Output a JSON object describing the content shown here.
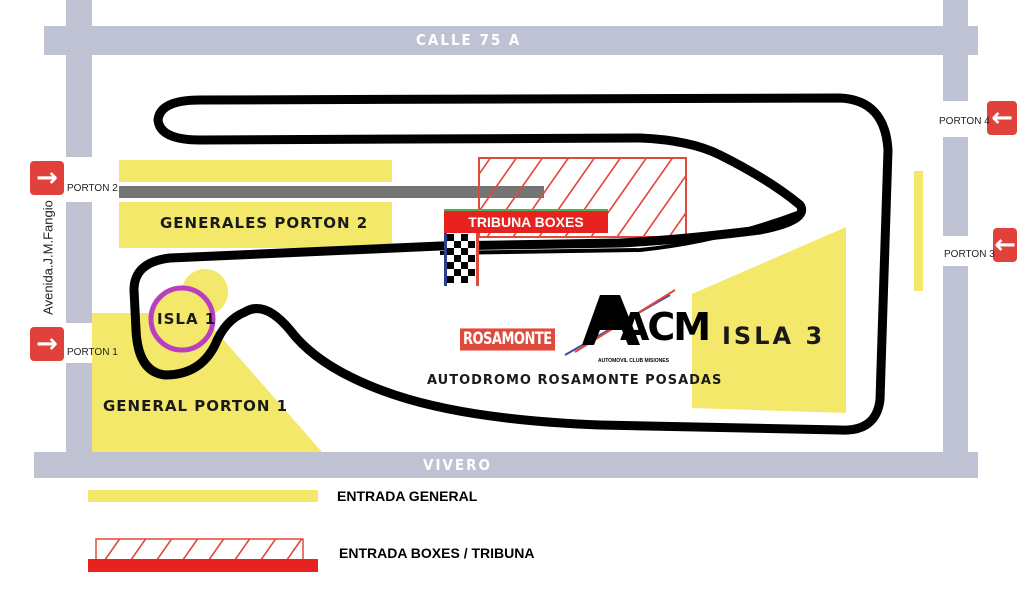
{
  "streets": {
    "top": "CALLE 75 A",
    "bottom": "VIVERO",
    "left": "Avenida.J.M.Fangio"
  },
  "gates": [
    {
      "label": "PORTON 1",
      "side": "left",
      "arrow": "→"
    },
    {
      "label": "PORTON 2",
      "side": "left",
      "arrow": "→"
    },
    {
      "label": "PORTON 3",
      "side": "right",
      "arrow": "←"
    },
    {
      "label": "PORTON 4",
      "side": "right",
      "arrow": "←"
    }
  ],
  "zones": {
    "generales_porton_2": "GENERALES PORTON 2",
    "general_porton_1": "GENERAL PORTON 1",
    "isla_1": "ISLA 1",
    "isla_3": "ISLA 3",
    "tribuna_boxes": "TRIBUNA BOXES"
  },
  "branding": {
    "sponsor_logo": "ROSAMONTE",
    "club_logo": "ACM",
    "club_name": "AUTOMOVIL CLUB MISIONES",
    "venue_name": "AUTODROMO ROSAMONTE POSADAS"
  },
  "legend": [
    {
      "label": "ENTRADA GENERAL",
      "color": "#f3e86a",
      "style": "solid"
    },
    {
      "label": "ENTRADA BOXES / TRIBUNA",
      "color": "#e8231f",
      "style": "hatched"
    }
  ],
  "colors": {
    "road": "#bfc2d2",
    "general_zone": "#f3e86a",
    "boxes_zone": "#e04a3c",
    "gate": "#e0423b",
    "track": "#000000",
    "isla_ring": "#b93ec0"
  }
}
